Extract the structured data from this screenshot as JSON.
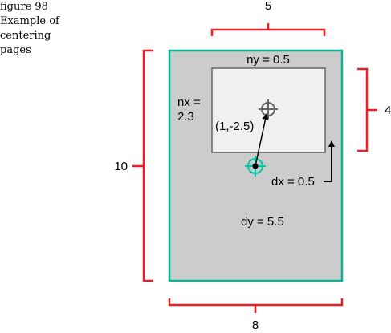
{
  "caption": {
    "lines": [
      "figure 98",
      "Example of",
      "centering",
      "pages"
    ]
  },
  "labels": {
    "page_width": "5",
    "page_height": "4",
    "paper_height": "10",
    "paper_width": "8",
    "ny": "ny = 0.5",
    "nx_line1": "nx =",
    "nx_line2": "2.3",
    "offset": "(1,-2.5)",
    "dx": "dx = 0.5",
    "dy": "dy = 5.5"
  },
  "colors": {
    "paper_fill": "#cccccc",
    "paper_border": "#00b894",
    "page_fill": "#f0f0f0",
    "page_border": "#666666",
    "dimension_bracket": "#ee1c24",
    "page_crosshair": "#666666",
    "paper_crosshair": "#00c8a8",
    "arrow": "#000000"
  },
  "icons": {
    "page_center_marker": "crosshair-icon",
    "paper_center_marker": "crosshair-icon"
  }
}
